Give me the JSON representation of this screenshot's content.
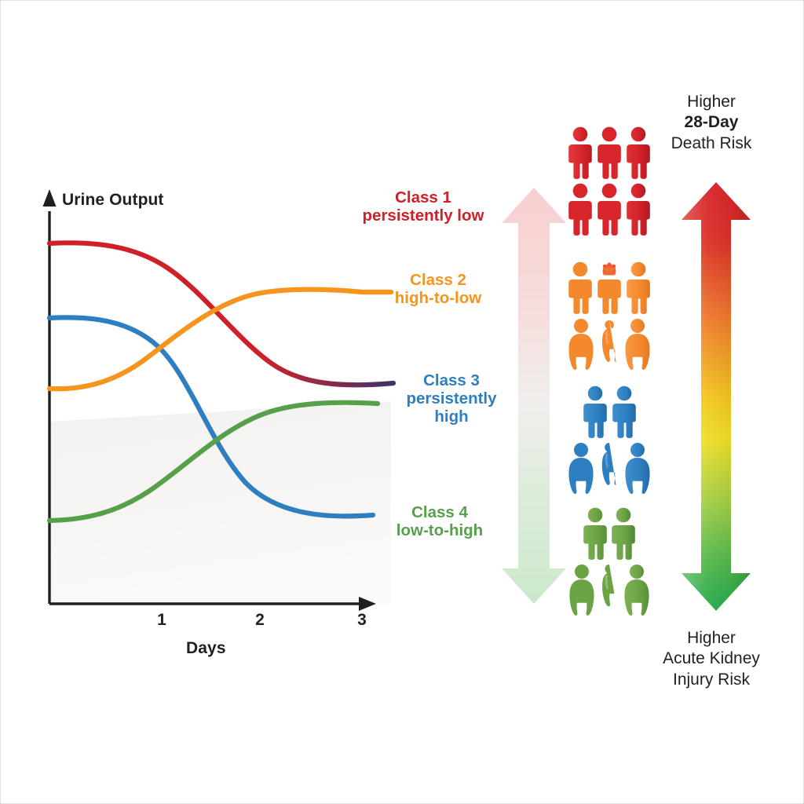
{
  "chart_data": {
    "type": "line",
    "title": "Urine Output",
    "xlabel": "Days",
    "ylabel": "Urine Output",
    "xticks": [
      "1",
      "2",
      "3"
    ],
    "xlim": [
      0,
      3.25
    ],
    "ylim": [
      0,
      1
    ],
    "grid": false,
    "legend_position": "right-inline",
    "series": [
      {
        "name": "Class 1",
        "description": "persistently low",
        "color": "#cf2027",
        "end_color": "#3f3369",
        "x": [
          0,
          0.5,
          1.0,
          1.5,
          2.0,
          2.5,
          3.0
        ],
        "y": [
          0.905,
          0.893,
          0.845,
          0.745,
          0.615,
          0.51,
          0.462
        ]
      },
      {
        "name": "Class 2",
        "description": "high-to-low",
        "color": "#f7941e",
        "x": [
          0,
          0.5,
          1.0,
          1.5,
          2.0,
          2.5,
          3.0
        ],
        "y": [
          0.555,
          0.573,
          0.625,
          0.712,
          0.77,
          0.793,
          0.797
        ]
      },
      {
        "name": "Class 3",
        "description": "persistently high",
        "color": "#2e7fc1",
        "x": [
          0,
          0.5,
          1.0,
          1.5,
          2.0,
          2.5,
          3.0
        ],
        "y": [
          0.745,
          0.733,
          0.672,
          0.535,
          0.4,
          0.312,
          0.278
        ]
      },
      {
        "name": "Class 4",
        "description": "low-to-high",
        "color": "#57a04a",
        "x": [
          0,
          0.5,
          1.0,
          1.5,
          2.0,
          2.5,
          3.0
        ],
        "y": [
          0.262,
          0.268,
          0.3,
          0.378,
          0.468,
          0.53,
          0.552
        ]
      }
    ]
  },
  "chart": {
    "y_axis_title": "Urine Output",
    "x_axis_title": "Days",
    "ticks": {
      "one": "1",
      "two": "2",
      "three": "3"
    }
  },
  "legend": {
    "class1": {
      "title": "Class 1",
      "subtitle": "persistently low",
      "color": "#cf2027"
    },
    "class2": {
      "title": "Class 2",
      "subtitle": "high-to-low",
      "color": "#f7941e"
    },
    "class3": {
      "title": "Class 3",
      "subtitle_line1": "persistently",
      "subtitle_line2": "high",
      "color": "#2e7fc1"
    },
    "class4": {
      "title": "Class 4",
      "subtitle": "low-to-high",
      "color": "#57a04a"
    }
  },
  "pictograms": {
    "groups": [
      {
        "class": "Class 1",
        "color": "#d8252c",
        "standing": 6,
        "rounded": 0,
        "rows": [
          3,
          3
        ]
      },
      {
        "class": "Class 2",
        "color": "#f4882c",
        "standing": 3,
        "rounded": 3,
        "rows": [
          3,
          3
        ]
      },
      {
        "class": "Class 3",
        "color": "#2e7fc1",
        "standing": 2,
        "rounded": 3,
        "rows": [
          2,
          3
        ]
      },
      {
        "class": "Class 4",
        "color": "#6aa344",
        "standing": 2,
        "rounded": 3,
        "rows": [
          2,
          3
        ]
      }
    ]
  },
  "risk_axis": {
    "top_caption": {
      "line1": "Higher",
      "line2": "28-Day",
      "line3": "Death Risk"
    },
    "bottom_caption": {
      "line1": "Higher",
      "line2": "Acute Kidney",
      "line3": "Injury Risk"
    },
    "gradient_top_color": "#d8252c",
    "gradient_mid_color": "#f2d21e",
    "gradient_bottom_color": "#2eab46",
    "pale_top_color": "#f7cfd0",
    "pale_bottom_color": "#cfe8cf"
  }
}
